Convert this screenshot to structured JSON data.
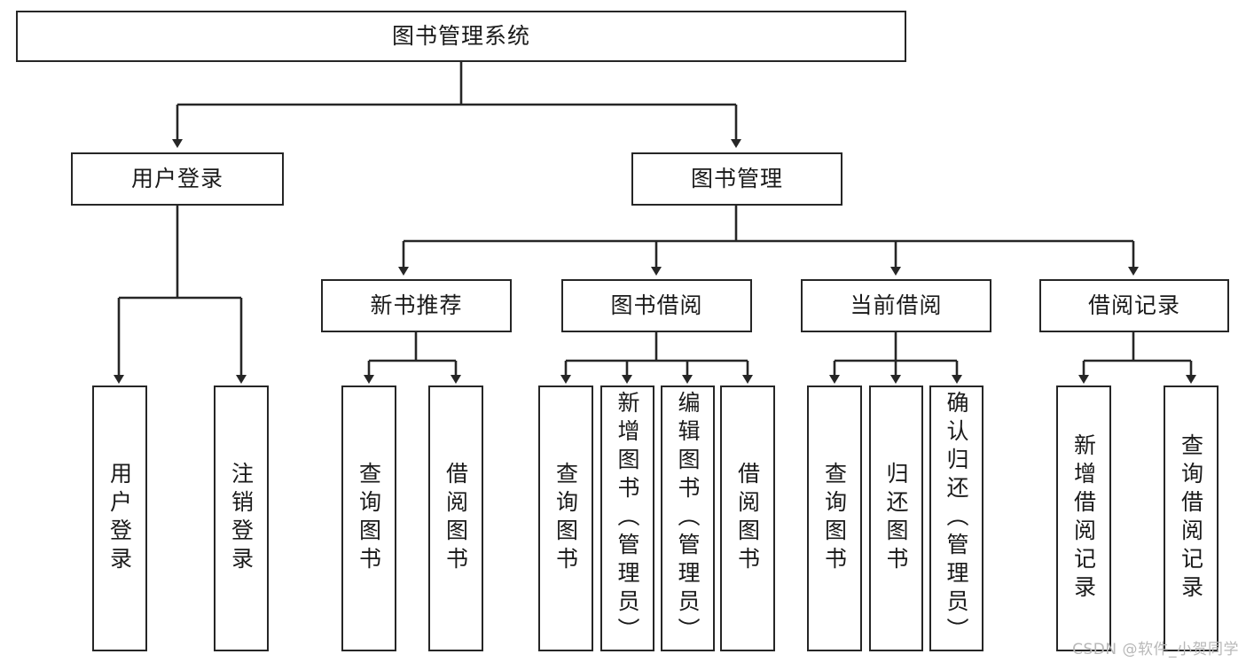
{
  "diagram": {
    "title": "图书管理系统",
    "type": "tree-hierarchy-diagram",
    "colors": {
      "line": "#262626",
      "box_fill": "#ffffff",
      "text": "#1a1a1a",
      "watermark": "#b8b8b8"
    },
    "root": {
      "label": "图书管理系统"
    },
    "level2": [
      {
        "label": "用户登录"
      },
      {
        "label": "图书管理"
      }
    ],
    "level3": [
      {
        "label": "新书推荐"
      },
      {
        "label": "图书借阅"
      },
      {
        "label": "当前借阅"
      },
      {
        "label": "借阅记录"
      }
    ],
    "leaves": {
      "user_login": [
        {
          "label": "用户登录"
        },
        {
          "label": "注销登录"
        }
      ],
      "new_book": [
        {
          "label": "查询图书"
        },
        {
          "label": "借阅图书"
        }
      ],
      "book_borrow": [
        {
          "label": "查询图书"
        },
        {
          "label": "新增图书（管理员）"
        },
        {
          "label": "编辑图书（管理员）"
        },
        {
          "label": "借阅图书"
        }
      ],
      "current_borrow": [
        {
          "label": "查询图书"
        },
        {
          "label": "归还图书"
        },
        {
          "label": "确认归还（管理员）"
        }
      ],
      "borrow_record": [
        {
          "label": "新增借阅记录"
        },
        {
          "label": "查询借阅记录"
        }
      ]
    }
  },
  "watermark": {
    "text": "CSDN @软件_小贺同学"
  }
}
